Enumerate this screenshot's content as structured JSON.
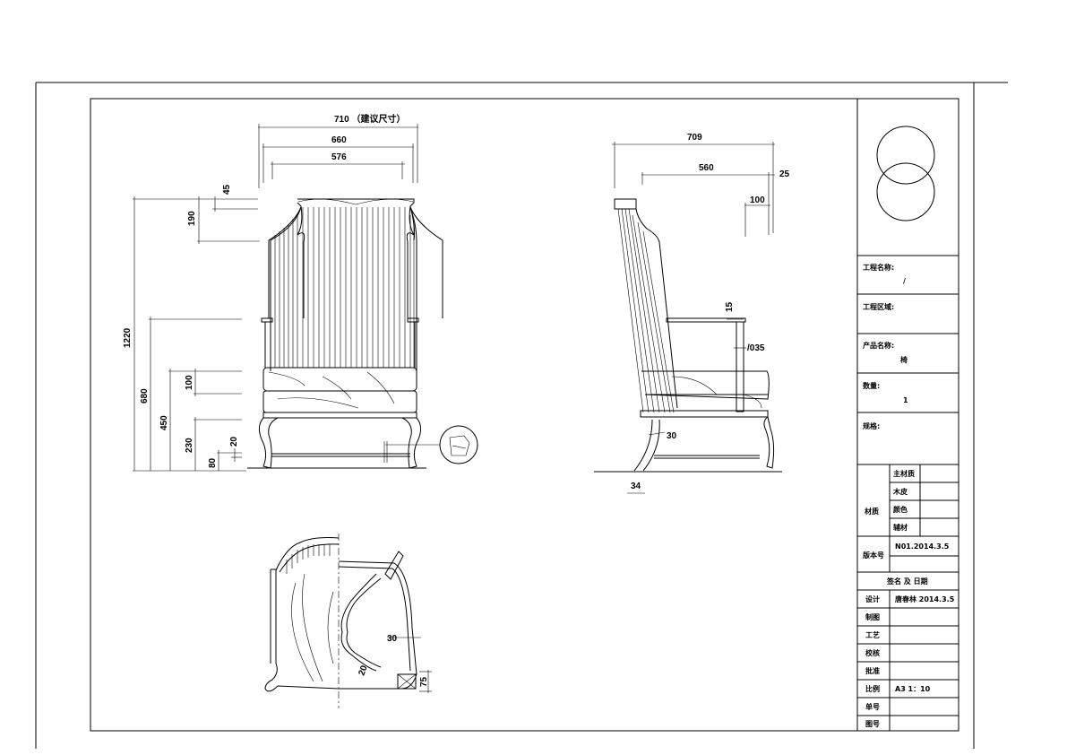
{
  "front_view": {
    "width_suggested": "710 （建议尺寸）",
    "width_660": "660",
    "width_576": "576",
    "dim_45": "45",
    "dim_190": "190",
    "height_1220": "1220",
    "height_680": "680",
    "height_450": "450",
    "dim_100": "100",
    "dim_230": "230",
    "dim_80": "80",
    "dim_20": "20"
  },
  "side_view": {
    "depth_709": "709",
    "depth_560": "560",
    "dim_25": "25",
    "dim_100": "100",
    "dim_15": "15",
    "dim_035": "/035",
    "dim_30": "30",
    "dim_34": "34"
  },
  "top_view": {
    "dim_30": "30",
    "dim_20": "20",
    "dim_75": "75"
  },
  "title_block": {
    "project_name_label": "工程名称:",
    "project_name_value": "/",
    "project_area_label": "工程区域:",
    "product_name_label": "产品名称:",
    "product_name_value": "椅",
    "quantity_label": "数量:",
    "quantity_value": "1",
    "spec_label": "规格:",
    "material_label": "材质",
    "material_rows": [
      "主材质",
      "木皮",
      "颜色",
      "辅材"
    ],
    "version_label": "版本号",
    "version_value": "N01.2014.3.5",
    "sign_header": "签名 及 日期",
    "rows": [
      {
        "label": "设计",
        "value": "唐春林 2014.3.5"
      },
      {
        "label": "制图",
        "value": ""
      },
      {
        "label": "工艺",
        "value": ""
      },
      {
        "label": "校核",
        "value": ""
      },
      {
        "label": "批准",
        "value": ""
      },
      {
        "label": "比例",
        "value": "A3 1：10"
      },
      {
        "label": "单号",
        "value": ""
      },
      {
        "label": "图号",
        "value": ""
      }
    ]
  }
}
